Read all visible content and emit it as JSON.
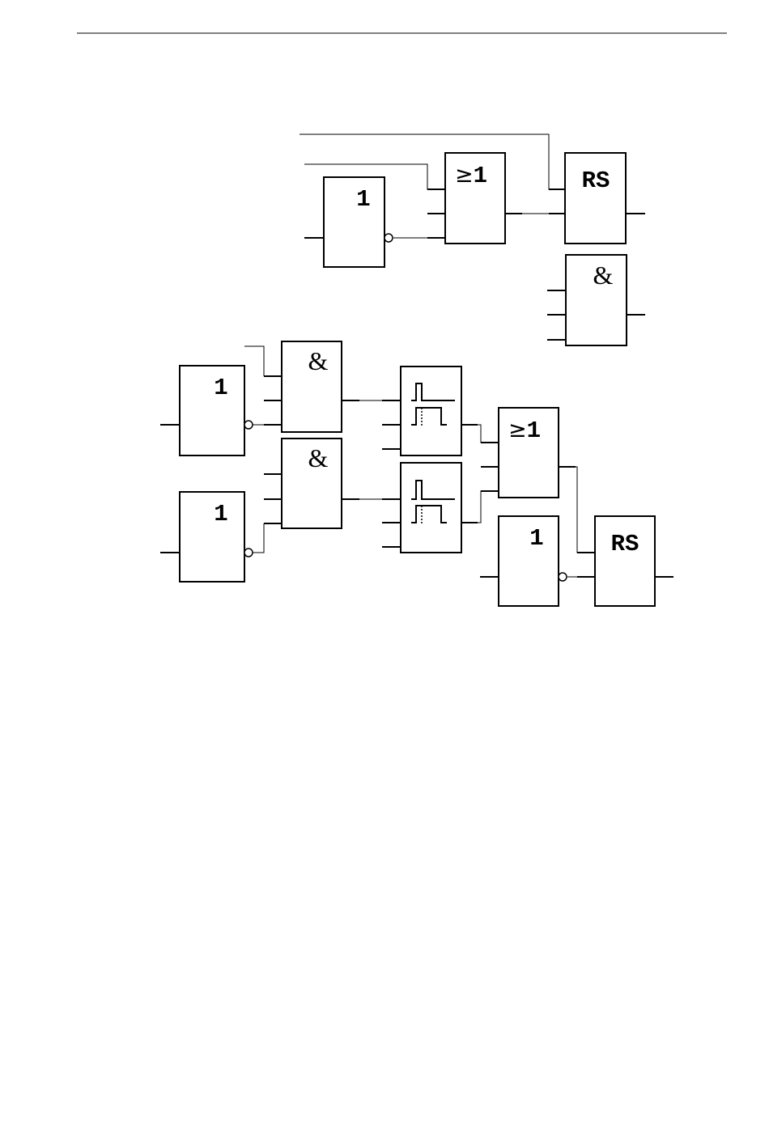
{
  "labels": {
    "not": "1",
    "and": "&",
    "or_ge": "≥",
    "or_one": "1",
    "rs": "RS"
  }
}
